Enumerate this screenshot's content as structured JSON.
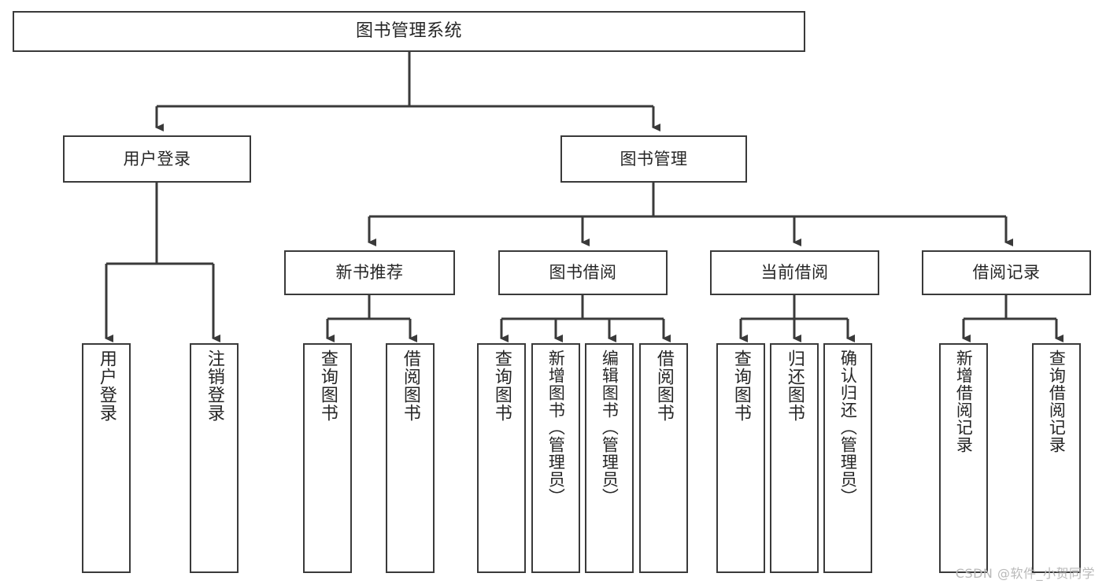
{
  "diagram": {
    "title": "图书管理系统",
    "type": "tree",
    "orientation": "top-down",
    "colors": {
      "node_border": "#3a3a3a",
      "node_fill": "#ffffff",
      "link": "#3a3a3a",
      "text": "#262626",
      "watermark": "#b9b9b9",
      "background": "#ffffff"
    },
    "root": {
      "id": "root",
      "label": "图书管理系统"
    },
    "level1": [
      {
        "id": "login",
        "label": "用户登录"
      },
      {
        "id": "bookmgmt",
        "label": "图书管理"
      }
    ],
    "level2": [
      {
        "id": "newbook",
        "label": "新书推荐",
        "parent": "bookmgmt"
      },
      {
        "id": "borrow",
        "label": "图书借阅",
        "parent": "bookmgmt"
      },
      {
        "id": "current",
        "label": "当前借阅",
        "parent": "bookmgmt"
      },
      {
        "id": "records",
        "label": "借阅记录",
        "parent": "bookmgmt"
      }
    ],
    "leaves": [
      {
        "id": "leaf-login-1",
        "label": "用户登录",
        "parent": "login"
      },
      {
        "id": "leaf-login-2",
        "label": "注销登录",
        "parent": "login"
      },
      {
        "id": "leaf-new-1",
        "label": "查询图书",
        "parent": "newbook"
      },
      {
        "id": "leaf-new-2",
        "label": "借阅图书",
        "parent": "newbook"
      },
      {
        "id": "leaf-borrow-1",
        "label": "查询图书",
        "parent": "borrow"
      },
      {
        "id": "leaf-borrow-2",
        "label": "新增图书（管理员）",
        "parent": "borrow"
      },
      {
        "id": "leaf-borrow-3",
        "label": "编辑图书（管理员）",
        "parent": "borrow"
      },
      {
        "id": "leaf-borrow-4",
        "label": "借阅图书",
        "parent": "borrow"
      },
      {
        "id": "leaf-cur-1",
        "label": "查询图书",
        "parent": "current"
      },
      {
        "id": "leaf-cur-2",
        "label": "归还图书",
        "parent": "current"
      },
      {
        "id": "leaf-cur-3",
        "label": "确认归还（管理员）",
        "parent": "current"
      },
      {
        "id": "leaf-rec-1",
        "label": "新增借阅记录",
        "parent": "records"
      },
      {
        "id": "leaf-rec-2",
        "label": "查询借阅记录",
        "parent": "records"
      }
    ]
  },
  "watermark": "CSDN @软件_小贺同学"
}
